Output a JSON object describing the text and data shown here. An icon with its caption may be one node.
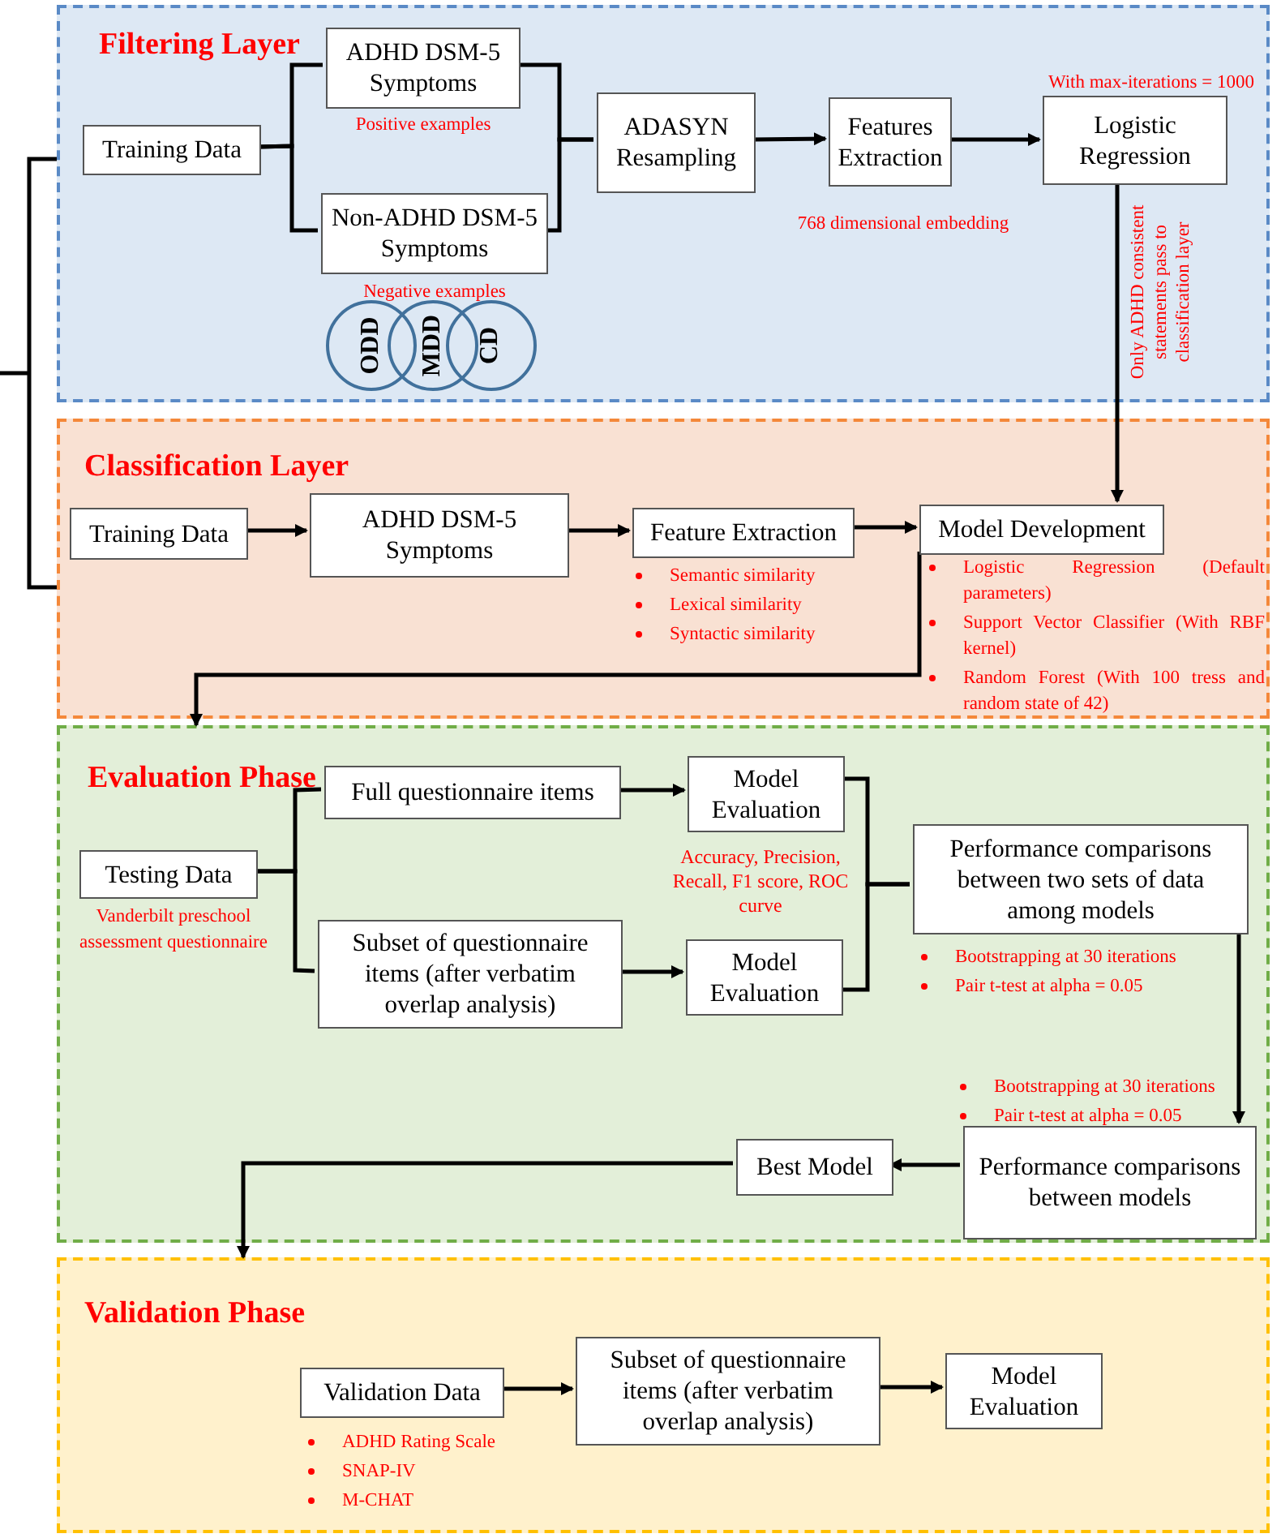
{
  "diagram": {
    "nodes": [
      {
        "text": [
          "Filtering Layer"
        ]
      },
      {
        "text": [
          "Classification Layer"
        ]
      },
      {
        "text": [
          "Evaluation Phase"
        ]
      },
      {
        "text": [
          "Validation Phase"
        ]
      },
      {
        "text": [
          "Training Data"
        ],
        "in": 0
      },
      {
        "text": [
          "ADHD DSM-5 Symptoms"
        ],
        "in": 0,
        "beside": [
          "Positive examples"
        ]
      },
      {
        "text": [
          "Non-ADHD DSM-5 Symptoms"
        ],
        "in": 0,
        "beside": [
          "Negative examples"
        ]
      },
      {
        "text": [
          "ODD"
        ],
        "in": 0
      },
      {
        "text": [
          "MDD"
        ],
        "in": 0
      },
      {
        "text": [
          "CD"
        ],
        "in": 0
      },
      {
        "text": [
          "ADASYN Resampling"
        ],
        "in": 0
      },
      {
        "text": [
          "Features Extraction"
        ],
        "in": 0,
        "beside": [
          "768 dimensional embedding"
        ]
      },
      {
        "text": [
          "Logistic Regression"
        ],
        "in": 0,
        "beside": [
          "With max-iterations = 1000"
        ]
      },
      {
        "text": [
          "Training Data"
        ],
        "in": 1
      },
      {
        "text": [
          "ADHD DSM-5 Symptoms"
        ],
        "in": 1
      },
      {
        "text": [
          "Feature Extraction"
        ],
        "in": 1,
        "beside": [
          "Semantic similarity",
          "Lexical similarity",
          "Syntactic similarity"
        ]
      },
      {
        "text": [
          "Model Development"
        ],
        "in": 1,
        "beside": [
          "Logistic Regression (Default parameters)",
          "Support Vector Classifier (With RBF kernel)",
          "Random Forest (With 100 tress and random state of 42)"
        ]
      },
      {
        "text": [
          "Testing Data"
        ],
        "in": 2,
        "beside": [
          "Vanderbilt preschool assessment questionnaire"
        ]
      },
      {
        "text": [
          "Full questionnaire items"
        ],
        "in": 2
      },
      {
        "text": [
          "Subset of questionnaire items (after verbatim overlap analysis)"
        ],
        "in": 2
      },
      {
        "text": [
          "Model Evaluation"
        ],
        "in": 2
      },
      {
        "text": [
          "Model Evaluation"
        ],
        "in": 2
      },
      {
        "text": [
          "Performance comparisons between two sets of data among models"
        ],
        "in": 2,
        "beside": [
          "Bootstrapping at 30 iterations",
          "Pair t-test at alpha = 0.05"
        ]
      },
      {
        "text": [
          "Performance comparisons between models"
        ],
        "in": 2,
        "beside": [
          "Bootstrapping at 30 iterations",
          "Pair t-test at alpha = 0.05"
        ]
      },
      {
        "text": [
          "Best Model"
        ],
        "in": 2
      },
      {
        "text": [
          "Validation Data"
        ],
        "in": 3,
        "beside": [
          "ADHD Rating Scale",
          "SNAP-IV",
          "M-CHAT"
        ]
      },
      {
        "text": [
          "Subset of questionnaire items (after verbatim overlap analysis)"
        ],
        "in": 3
      },
      {
        "text": [
          "Model Evaluation"
        ],
        "in": 3
      }
    ],
    "edges": [
      {
        "from": 4,
        "to": 5,
        "arrow": "none"
      },
      {
        "from": 4,
        "to": 6,
        "arrow": "none"
      },
      {
        "from": 5,
        "to": 10,
        "arrow": "none"
      },
      {
        "from": 6,
        "to": 10,
        "arrow": "none"
      },
      {
        "from": 10,
        "to": 11,
        "arrow": "to"
      },
      {
        "from": 11,
        "to": 12,
        "arrow": "to"
      },
      {
        "from": 12,
        "to": 16,
        "arrow": "to",
        "label": "Only ADHD consistent statements pass to classification layer"
      },
      {
        "from": 0,
        "to": 1,
        "arrow": "none"
      },
      {
        "from": 13,
        "to": 14,
        "arrow": "to"
      },
      {
        "from": 14,
        "to": 15,
        "arrow": "to"
      },
      {
        "from": 15,
        "to": 16,
        "arrow": "to"
      },
      {
        "from": 16,
        "to": 2,
        "arrow": "to"
      },
      {
        "from": 17,
        "to": 18,
        "arrow": "none"
      },
      {
        "from": 17,
        "to": 19,
        "arrow": "none"
      },
      {
        "from": 18,
        "to": 20,
        "arrow": "to"
      },
      {
        "from": 19,
        "to": 21,
        "arrow": "to"
      },
      {
        "from": 20,
        "to": 22,
        "arrow": "none"
      },
      {
        "from": 21,
        "to": 22,
        "arrow": "none"
      },
      {
        "from": 22,
        "to": 23,
        "arrow": "to"
      },
      {
        "from": 23,
        "to": 24,
        "arrow": "to"
      },
      {
        "from": 24,
        "to": 3,
        "arrow": "to"
      },
      {
        "from": 25,
        "to": 26,
        "arrow": "to"
      },
      {
        "from": 26,
        "to": 27,
        "arrow": "to"
      }
    ],
    "labels": [
      "Accuracy, Precision, Recall, F1 score, ROC curve"
    ]
  }
}
